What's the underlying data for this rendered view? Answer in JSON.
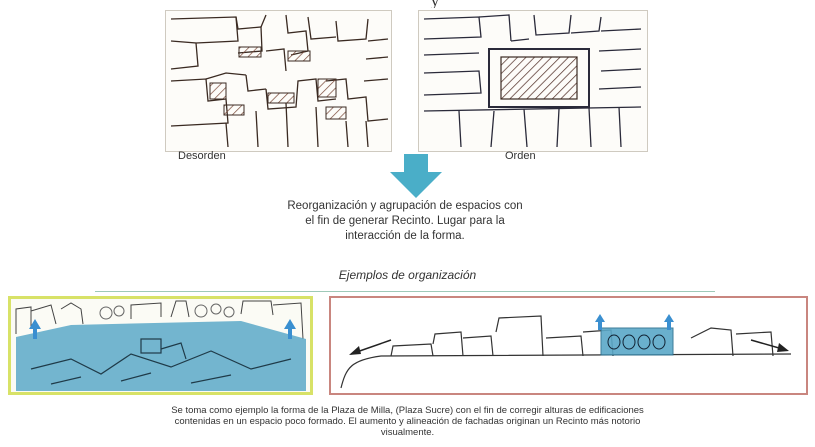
{
  "header": {
    "title_fragment": "y"
  },
  "sketches": {
    "left_caption": "Desorden",
    "right_caption": "Orden"
  },
  "description": {
    "line1": "Reorganización y agrupación de espacios con",
    "line2": "el fin de generar Recinto. Lugar para la",
    "line3": "interacción de la forma."
  },
  "examples": {
    "title": "Ejemplos de organización"
  },
  "footer": {
    "line1": "Se toma como ejemplo la forma de la Plaza de Milla, (Plaza Sucre) con el fin de corregir alturas de edificaciones",
    "line2": "contenidas en un espacio poco formado. El aumento y alineación de fachadas originan un Recinto más notorio",
    "line3": "visualmente."
  },
  "colors": {
    "arrow": "#4aaec8",
    "highlight_blue": "#5aa8c8",
    "left_frame_border": "#d8e267",
    "right_frame_border": "#c9867f",
    "divider": "#9ec9b8"
  }
}
